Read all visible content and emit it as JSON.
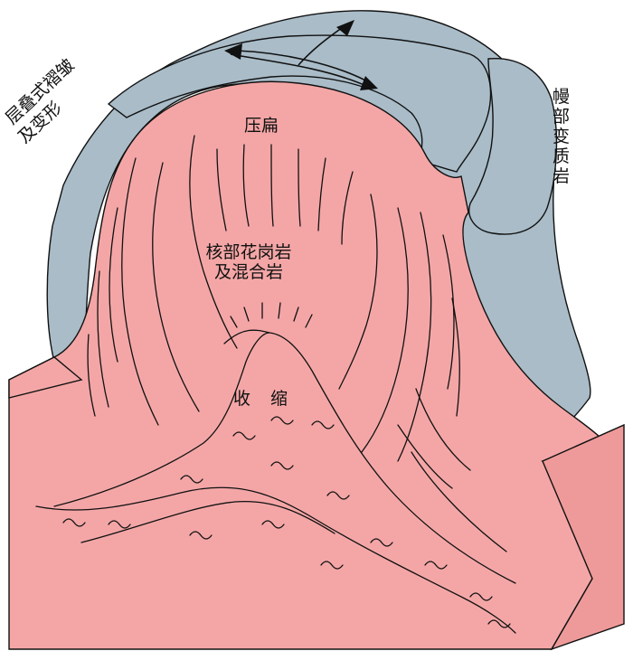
{
  "labels": {
    "left_line1": "层叠式褶皱",
    "left_line2": "及变形",
    "mantle": "幔部变质岩",
    "flatten": "压扁",
    "core_line1": "核部花岗岩",
    "core_line2": "及混合岩",
    "shrink_a": "收",
    "shrink_b": "缩"
  },
  "colors": {
    "core": "#f4a6a6",
    "mantle": "#a9bcc8",
    "outline": "#111111"
  }
}
